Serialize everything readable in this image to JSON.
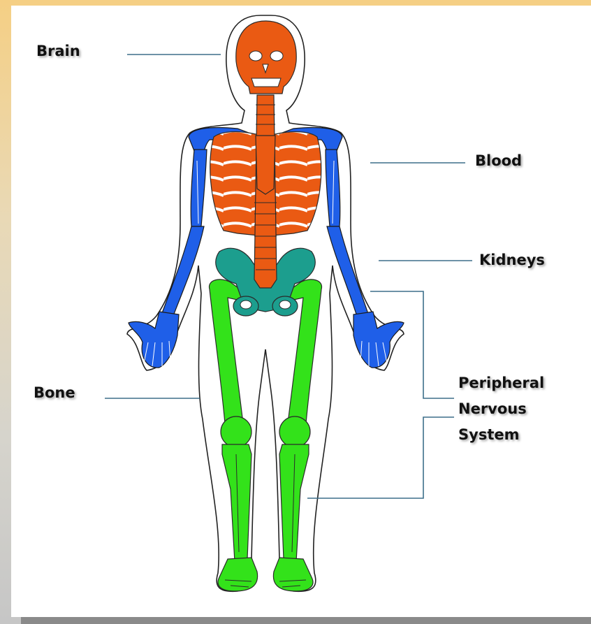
{
  "labels": {
    "brain": "Brain",
    "blood": "Blood",
    "kidneys": "Kidneys",
    "bone": "Bone",
    "pns_line1": "Peripheral",
    "pns_line2": "Nervous",
    "pns_line3": "System"
  },
  "colors": {
    "skull_spine_ribs": "#ea5a13",
    "arms_shoulders": "#1f5fe8",
    "pelvis": "#1c9e8e",
    "legs": "#33e21a",
    "leader_line": "#3d6f8a",
    "body_outline": "#222222"
  }
}
